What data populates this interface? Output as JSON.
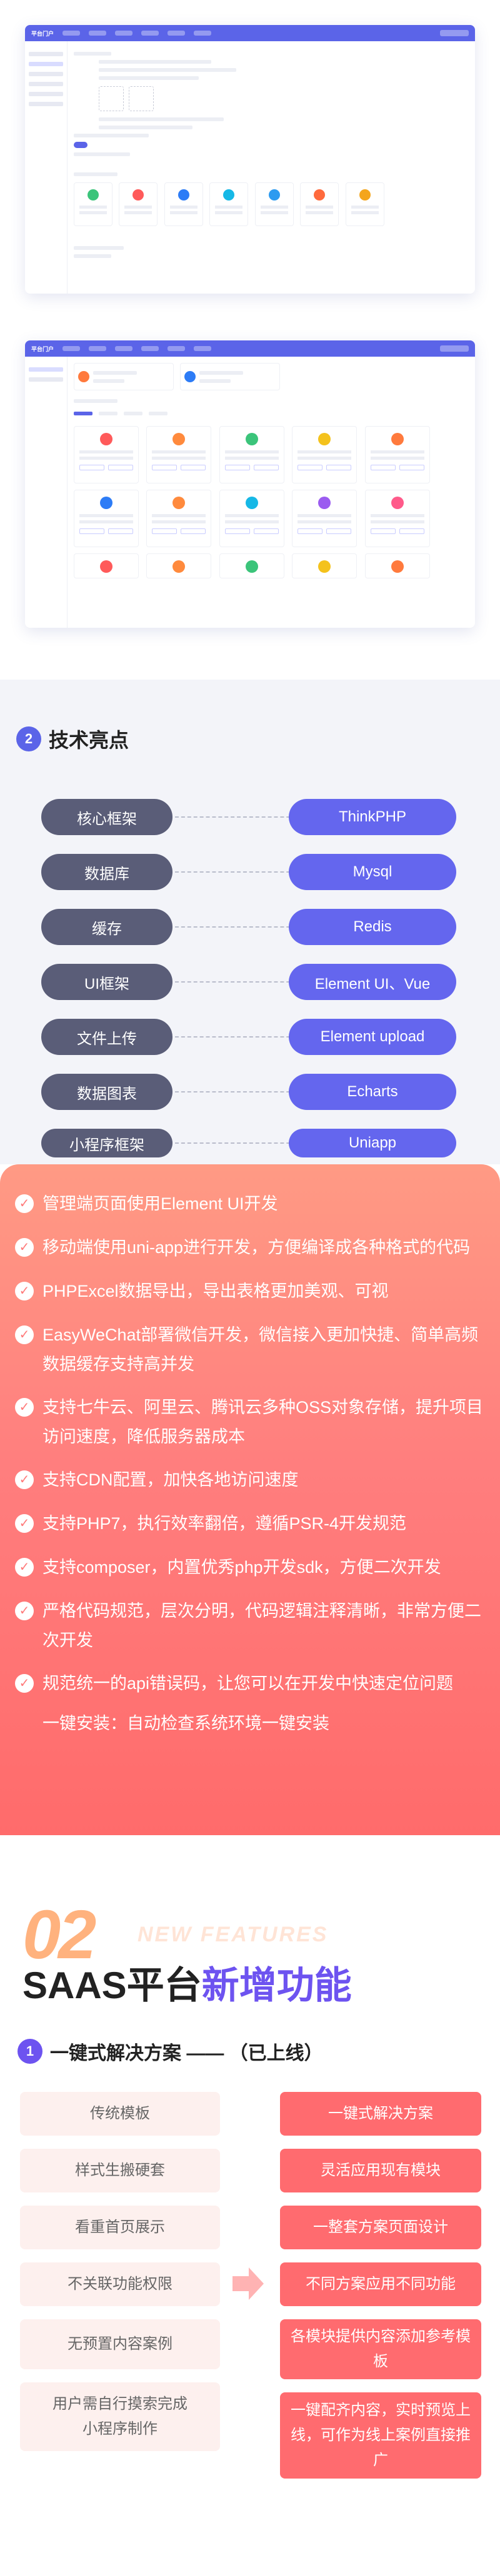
{
  "screens": {
    "top_brand": "平台门户",
    "mid_brand": "平台门户"
  },
  "tech": {
    "number": "2",
    "title": "技术亮点",
    "rows": [
      {
        "left": "核心框架",
        "right": "ThinkPHP"
      },
      {
        "left": "数据库",
        "right": "Mysql"
      },
      {
        "left": "缓存",
        "right": "Redis"
      },
      {
        "left": "UI框架",
        "right": "Element UI、Vue"
      },
      {
        "left": "文件上传",
        "right": "Element  upload"
      },
      {
        "left": "数据图表",
        "right": "Echarts"
      },
      {
        "left": "小程序框架",
        "right": "Uniapp"
      }
    ]
  },
  "features": [
    "管理端页面使用Element UI开发",
    "移动端使用uni-app进行开发，方便编译成各种格式的代码",
    "PHPExcel数据导出，导出表格更加美观、可视",
    "EasyWeChat部署微信开发，微信接入更加快捷、简单高频数据缓存支持高并发",
    "支持七牛云、阿里云、腾讯云多种OSS对象存储，提升项目访问速度，降低服务器成本",
    "支持CDN配置，加快各地访问速度",
    "支持PHP7，执行效率翻倍，遵循PSR-4开发规范",
    "支持composer，内置优秀php开发sdk，方便二次开发",
    "严格代码规范，层次分明，代码逻辑注释清晰，非常方便二次开发",
    "规范统一的api错误码，让您可以在开发中快速定位问题",
    "一键安装：自动检查系统环境一键安装"
  ],
  "saas": {
    "big_number": "02",
    "new_features": "NEW FEATURES",
    "title_prefix": "SAAS平台",
    "title_highlight": "新增功能",
    "sub_number": "1",
    "sub_title": "一键式解决方案 —— （已上线）",
    "left": [
      "传统模板",
      "样式生搬硬套",
      "看重首页展示",
      "不关联功能权限",
      "无预置内容案例",
      "用户需自行摸索完成小程序制作"
    ],
    "right": [
      "一键式解决方案",
      "灵活应用现有模块",
      "一整套方案页面设计",
      "不同方案应用不同功能",
      "各模块提供内容添加参考模板",
      "一键配齐内容，实时预览上线，可作为线上案例直接推广"
    ]
  },
  "colors": {
    "accent": "#5b64e8",
    "dark_pill": "#5a5d78",
    "coral": "#ff6b6f"
  }
}
